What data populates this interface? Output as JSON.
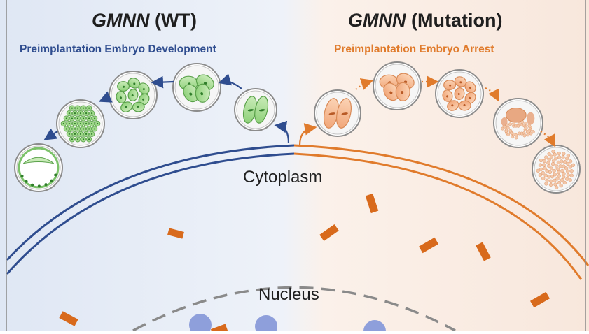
{
  "left_panel": {
    "gene": "GMNN",
    "condition": "(WT)",
    "subtitle": "Preimplantation Embryo Development",
    "accent_color": "#2f4d8f"
  },
  "right_panel": {
    "gene": "GMNN",
    "condition": "(Mutation)",
    "subtitle": "Preimplantation Embryo Arrest",
    "accent_color": "#e07b2c"
  },
  "regions": {
    "cytoplasm": "Cytoplasm",
    "nucleus": "Nucleus"
  },
  "embryo_stages_wt": [
    "2-cell",
    "4-cell",
    "8-cell",
    "morula",
    "blastocyst"
  ],
  "embryo_stages_mutation": [
    "2-cell",
    "4-cell",
    "8-cell",
    "fragmented",
    "degenerated"
  ]
}
